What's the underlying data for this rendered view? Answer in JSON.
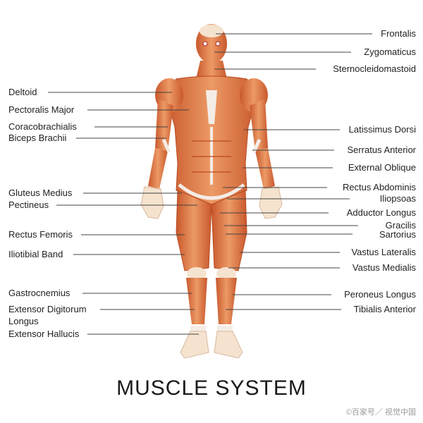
{
  "title": "MUSCLE SYSTEM",
  "watermark": "©百家号／ 视觉中国",
  "colors": {
    "muscle": "#e07a45",
    "muscle_dark": "#b84a22",
    "tendon": "#f4ece6",
    "skin_light": "#f3d7bf",
    "line": "#444444"
  },
  "labels_left": [
    "Deltoid",
    "Pectoralis Major",
    "Coracobrachialis",
    "Biceps Brachii",
    "Gluteus Medius",
    "Pectineus",
    "Rectus Femoris",
    "Iliotibial Band",
    "Gastrocnemius",
    "Extensor Digitorum",
    "Longus",
    "Extensor Hallucis"
  ],
  "labels_right": [
    "Frontalis",
    "Zygomaticus",
    "Sternocleidomastoid",
    "Latissimus Dorsi",
    "Serratus Anterior",
    "External Oblique",
    "Rectus Abdominis",
    "Iliopsoas",
    "Adductor Longus",
    "Gracilis",
    "Sartorius",
    "Vastus Lateralis",
    "Vastus Medialis",
    "Peroneus Longus",
    "Tibialis Anterior"
  ]
}
